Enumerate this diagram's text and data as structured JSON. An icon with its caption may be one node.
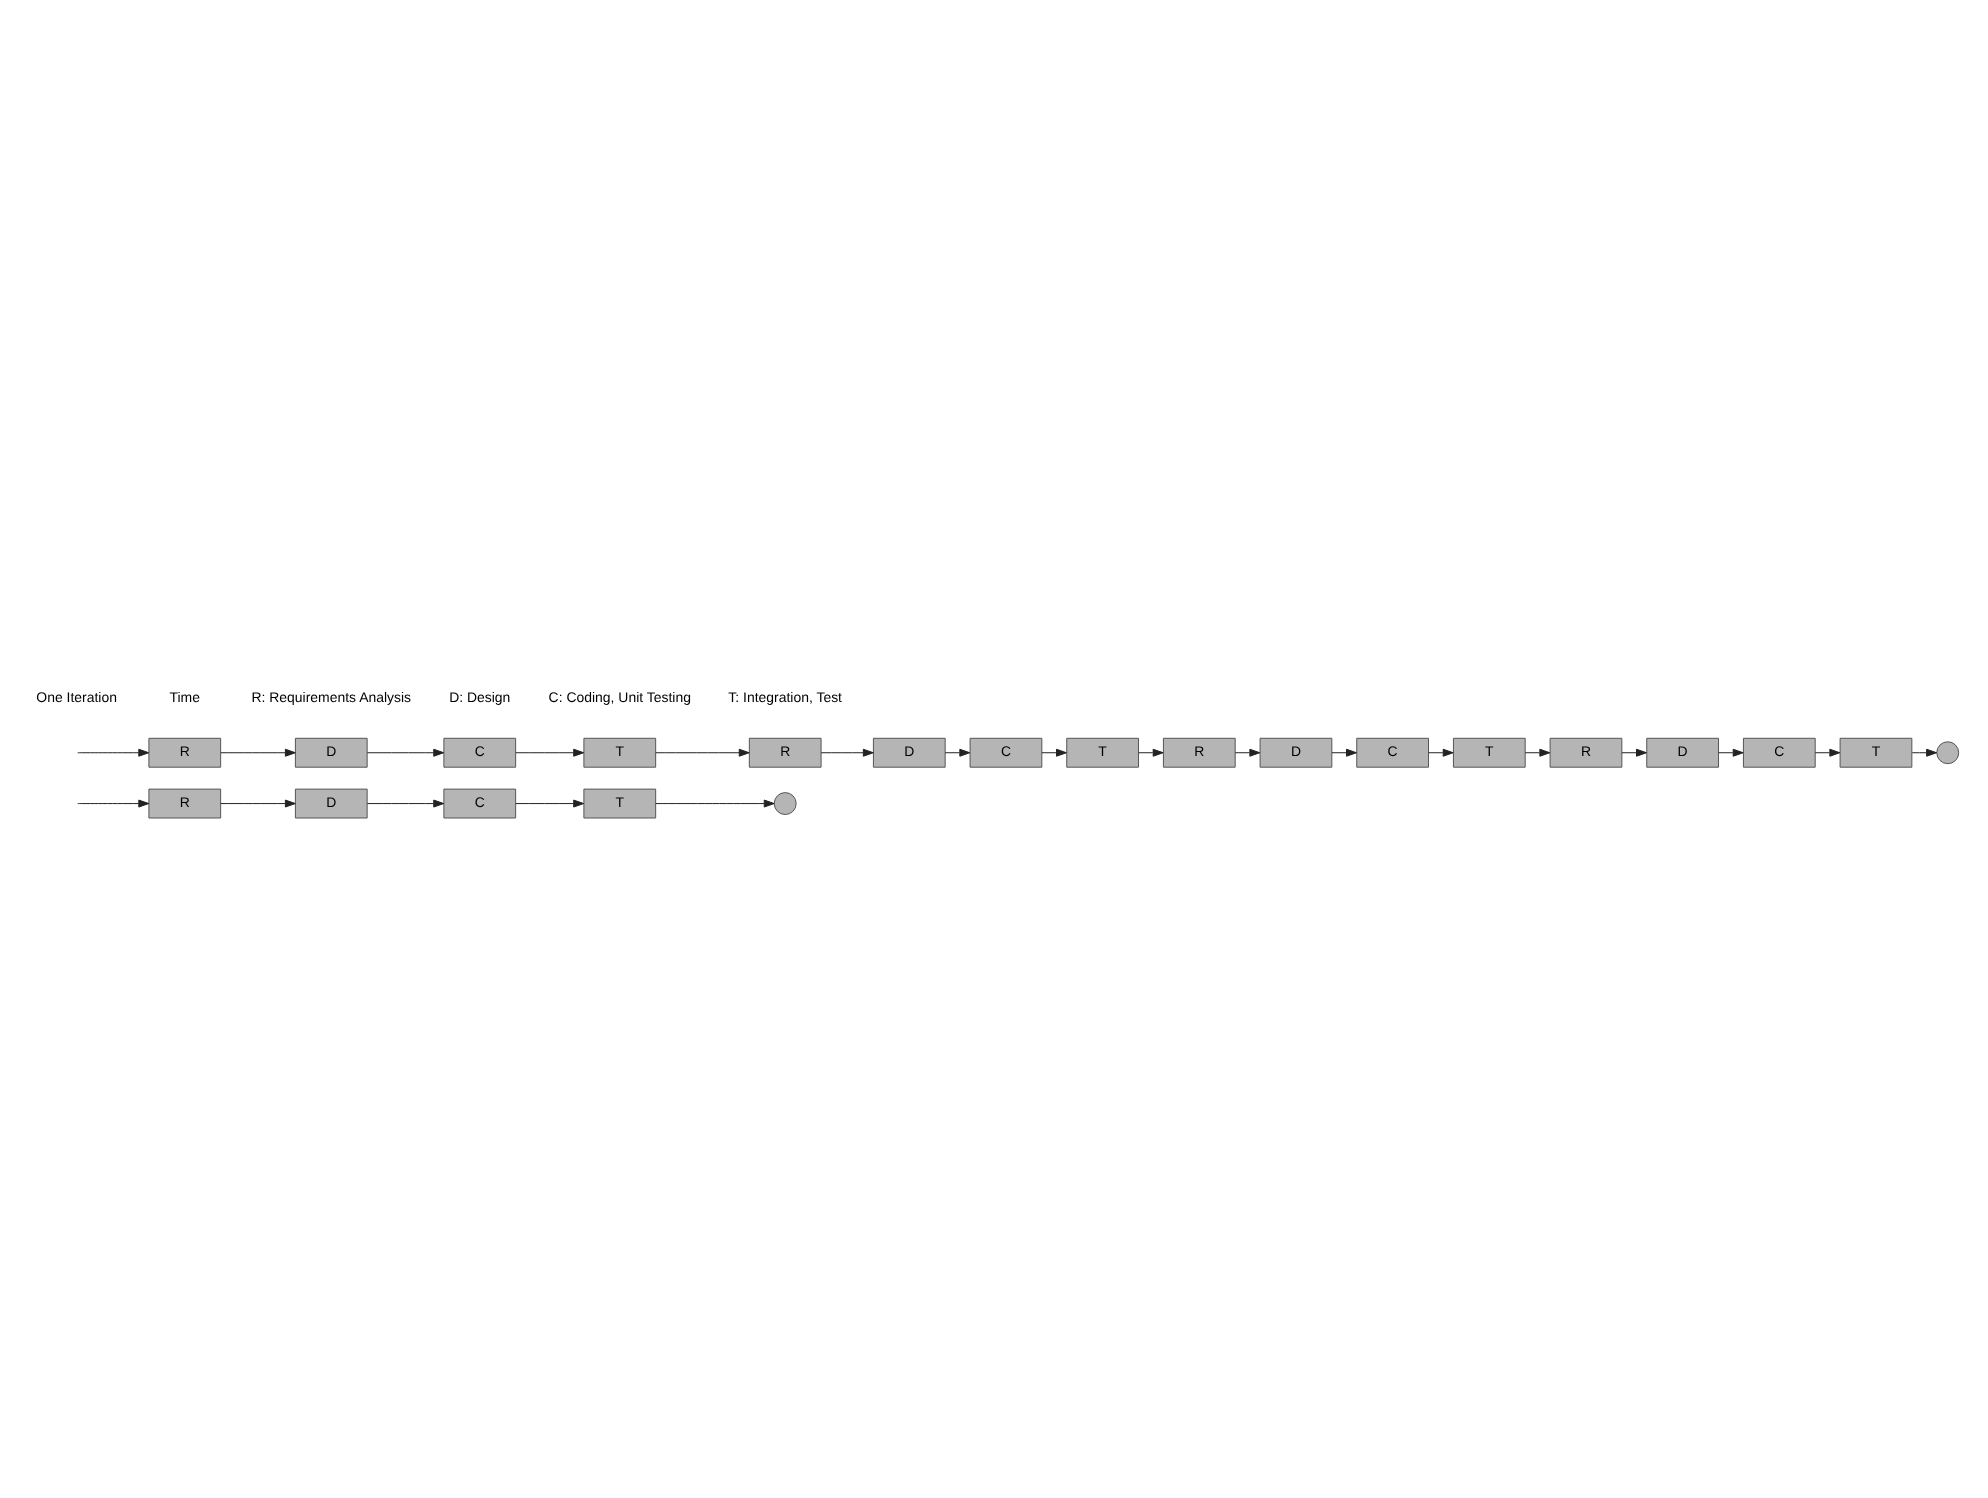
{
  "diagram": {
    "nodes": [
      {
        "text": [
          "R"
        ]
      },
      {
        "text": [
          "D"
        ]
      },
      {
        "text": [
          "C"
        ]
      },
      {
        "text": [
          "T"
        ]
      },
      {
        "text": [],
        "shape": "circle"
      },
      {
        "text": [
          "R"
        ]
      },
      {
        "text": [
          "D"
        ]
      },
      {
        "text": [
          "C"
        ]
      },
      {
        "text": [
          "T"
        ]
      },
      {
        "text": [
          "R"
        ]
      },
      {
        "text": [
          "D"
        ]
      },
      {
        "text": [
          "C"
        ]
      },
      {
        "text": [
          "T"
        ]
      },
      {
        "text": [
          "R"
        ]
      },
      {
        "text": [
          "D"
        ]
      },
      {
        "text": [
          "C"
        ]
      },
      {
        "text": [
          "T"
        ]
      },
      {
        "text": [
          "R"
        ]
      },
      {
        "text": [
          "D"
        ]
      },
      {
        "text": [
          "C"
        ]
      },
      {
        "text": [
          "T"
        ]
      },
      {
        "text": [],
        "shape": "circle"
      }
    ],
    "edges": [
      {
        "from": null,
        "to": 0,
        "arrow": "to"
      },
      {
        "from": 0,
        "to": 1,
        "arrow": "to"
      },
      {
        "from": 1,
        "to": 2,
        "arrow": "to"
      },
      {
        "from": 2,
        "to": 3,
        "arrow": "to"
      },
      {
        "from": 3,
        "to": 4,
        "arrow": "to"
      },
      {
        "from": null,
        "to": 5,
        "arrow": "to"
      },
      {
        "from": 5,
        "to": 6,
        "arrow": "to"
      },
      {
        "from": 6,
        "to": 7,
        "arrow": "to"
      },
      {
        "from": 7,
        "to": 8,
        "arrow": "to"
      },
      {
        "from": 8,
        "to": 9,
        "arrow": "to"
      },
      {
        "from": 9,
        "to": 10,
        "arrow": "to"
      },
      {
        "from": 10,
        "to": 11,
        "arrow": "to"
      },
      {
        "from": 11,
        "to": 12,
        "arrow": "to"
      },
      {
        "from": 12,
        "to": 13,
        "arrow": "to"
      },
      {
        "from": 13,
        "to": 14,
        "arrow": "to"
      },
      {
        "from": 14,
        "to": 15,
        "arrow": "to"
      },
      {
        "from": 15,
        "to": 16,
        "arrow": "to"
      },
      {
        "from": 16,
        "to": 17,
        "arrow": "to"
      },
      {
        "from": 17,
        "to": 18,
        "arrow": "to"
      },
      {
        "from": 18,
        "to": 19,
        "arrow": "to"
      },
      {
        "from": 19,
        "to": 20,
        "arrow": "to"
      },
      {
        "from": 20,
        "to": 21,
        "arrow": "to"
      }
    ],
    "labels": [
      "One Iteration",
      "Time",
      "R: Requirements Analysis",
      "D: Design",
      "C: Coding, Unit Testing",
      "T: Integration, Test"
    ]
  }
}
